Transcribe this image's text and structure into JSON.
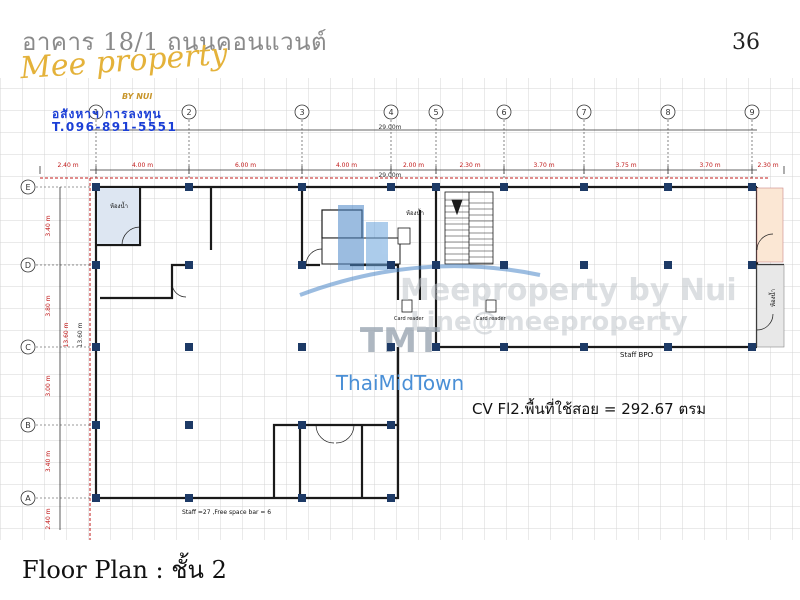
{
  "header": {
    "title": "อาคาร 18/1 ถนนคอนแวนต์",
    "page_number": "36"
  },
  "footer": {
    "title": "Floor Plan : ชั้น 2"
  },
  "logo": {
    "brand": "Mee property",
    "sub": "BY NUI",
    "contact_line_1": "อสังหาฯ การลงทุน",
    "contact_line_2": "T.096-891-5551"
  },
  "watermark": {
    "brand": "TMT",
    "name": "ThaiMidTown",
    "text_line_1": "Meeproperty by Nui",
    "text_line_2": "Line@meeproperty"
  },
  "plan": {
    "area_label": "CV Fl2.พื้นที่ใช้สอย = 292.67 ตรม",
    "staff_bpo": "Staff BPO",
    "staff_note": "Staff =27 ,Free space bar = 6",
    "card_reader_1": "Card reader",
    "card_reader_2": "Card reader",
    "room_toilet_1": "ห้องน้ำ",
    "room_toilet_2": "ห้องน้ำ",
    "room_side": "ห้องน้ำ",
    "total_top": "29.00m",
    "total_mid": "29.00m",
    "total_side_1": "13.60 m",
    "total_side_2": "13.60 m",
    "columns": [
      "1",
      "2",
      "3",
      "4",
      "5",
      "6",
      "7",
      "8",
      "9"
    ],
    "rows": [
      "E",
      "D",
      "C",
      "B",
      "A"
    ],
    "dims_top": [
      "2.40 m",
      "4.00 m",
      "6.00 m",
      "4.00 m",
      "2.00 m",
      "2.30 m",
      "3.70 m",
      "3.75 m",
      "3.70 m",
      "2.30 m"
    ],
    "dims_side": [
      "3.40 m",
      "3.80 m",
      "3.00 m",
      "3.40 m",
      "2.40 m"
    ]
  },
  "colors": {
    "grid": "#d4d4d4",
    "wall": "#1a1a1a",
    "column": "#1d3a66",
    "dimension": "#c01818",
    "axis": "#333333"
  }
}
